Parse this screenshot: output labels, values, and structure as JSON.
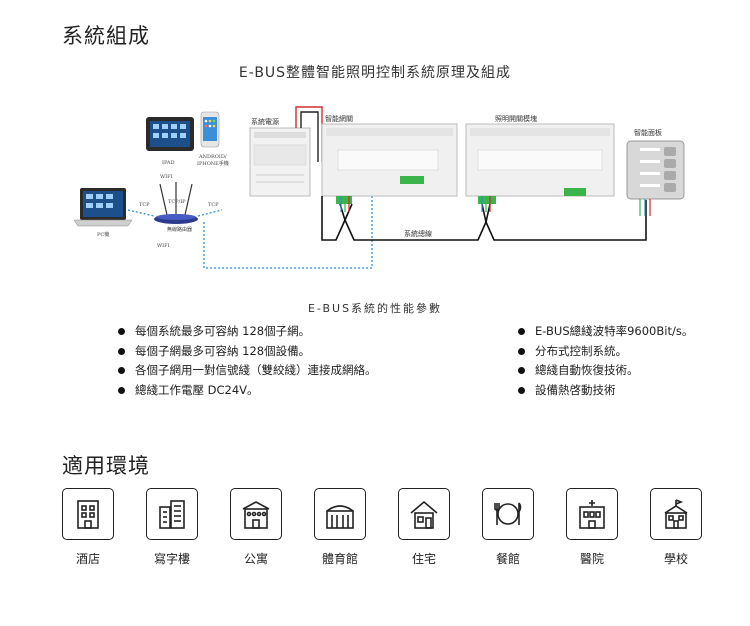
{
  "headings": {
    "system": "系統組成",
    "environment": "適用環境"
  },
  "diagram": {
    "title": "E-BUS整體智能照明控制系統原理及組成",
    "labels": {
      "ipad": "IPAD",
      "android": "ANDROID/",
      "iphone": "IPHONE手機",
      "wifi_top": "WIFI",
      "tcpip": "TCP/IP",
      "tcp_left": "TCP",
      "tcp_right": "TCP",
      "pc": "PC機",
      "router": "無線路由器",
      "wifi_bottom": "WIFI",
      "power": "系統電源",
      "gateway": "智能網關",
      "module": "照明開關模塊",
      "panel": "智能面板",
      "bus": "系統總線"
    }
  },
  "params": {
    "title": "E-BUS系統的性能參數",
    "left": [
      "每個系統最多可容納 128個子網。",
      "每個子網最多可容納 128個設備。",
      "各個子網用一對信號綫（雙絞綫）連接成網絡。",
      "總綫工作電壓 DC24V。"
    ],
    "right": [
      "E-BUS總綫波特率9600Bit/s。",
      "分布式控制系統。",
      "總綫自動恢復技術。",
      "設備熱啓動技術"
    ]
  },
  "venues": [
    {
      "label": "酒店",
      "icon": "hotel-icon"
    },
    {
      "label": "寫字樓",
      "icon": "office-building-icon"
    },
    {
      "label": "公寓",
      "icon": "apartment-icon"
    },
    {
      "label": "體育館",
      "icon": "stadium-icon"
    },
    {
      "label": "住宅",
      "icon": "house-icon"
    },
    {
      "label": "餐館",
      "icon": "restaurant-icon"
    },
    {
      "label": "醫院",
      "icon": "hospital-icon"
    },
    {
      "label": "學校",
      "icon": "school-icon"
    }
  ]
}
